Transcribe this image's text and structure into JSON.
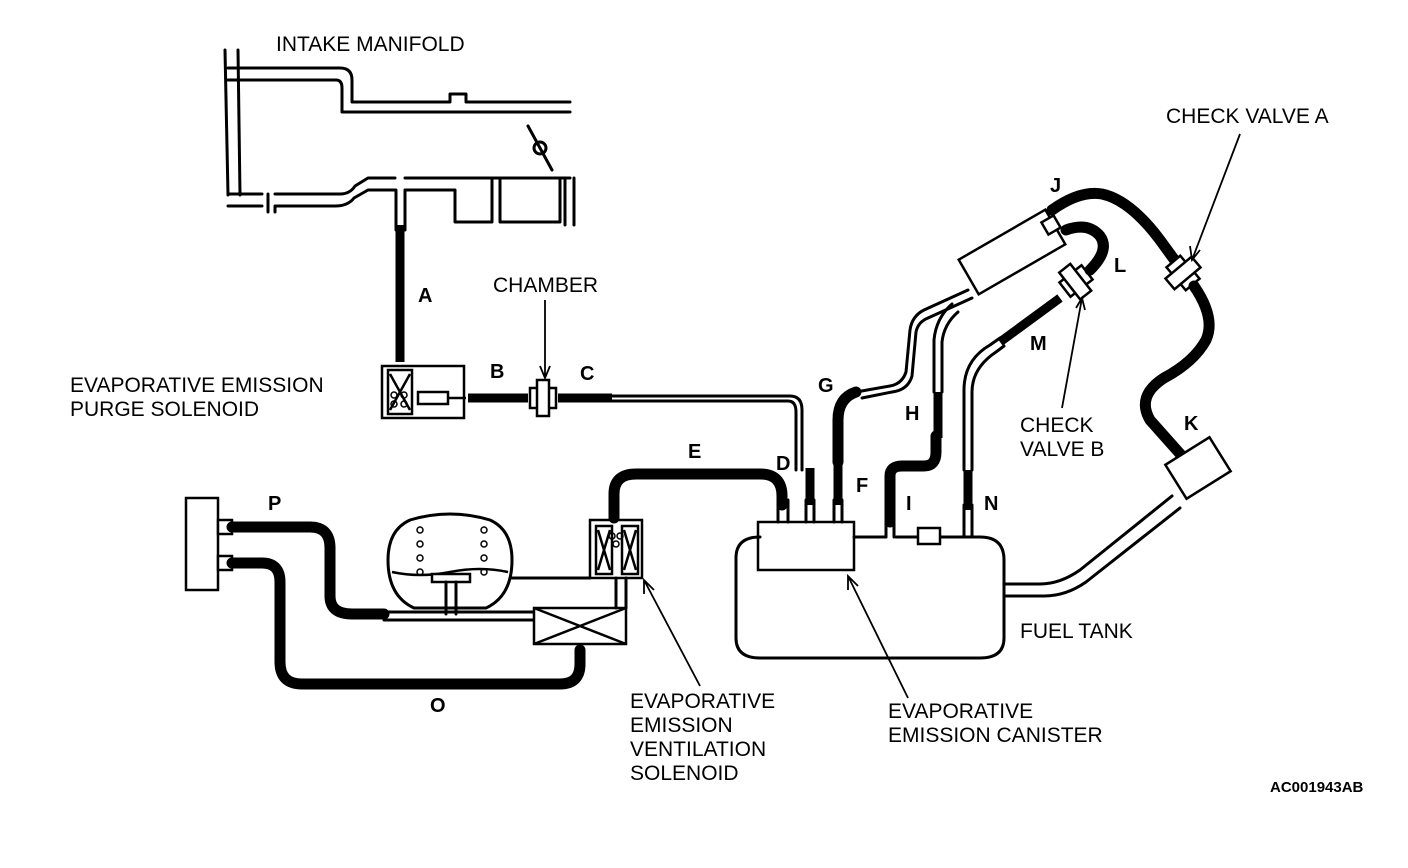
{
  "labels": {
    "intake_manifold": "INTAKE MANIFOLD",
    "chamber": "CHAMBER",
    "purge_solenoid_line1": "EVAPORATIVE EMISSION",
    "purge_solenoid_line2": "PURGE SOLENOID",
    "check_valve_a": "CHECK VALVE A",
    "check_valve_b_line1": "CHECK",
    "check_valve_b_line2": "VALVE B",
    "fuel_tank": "FUEL TANK",
    "ventilation_solenoid_line1": "EVAPORATIVE",
    "ventilation_solenoid_line2": "EMISSION",
    "ventilation_solenoid_line3": "VENTILATION",
    "ventilation_solenoid_line4": "SOLENOID",
    "canister_line1": "EVAPORATIVE",
    "canister_line2": "EMISSION CANISTER",
    "figure_code": "AC001943AB"
  },
  "hoses": {
    "A": "A",
    "B": "B",
    "C": "C",
    "D": "D",
    "E": "E",
    "F": "F",
    "G": "G",
    "H": "H",
    "I": "I",
    "J": "J",
    "K": "K",
    "L": "L",
    "M": "M",
    "N": "N",
    "O": "O",
    "P": "P"
  }
}
